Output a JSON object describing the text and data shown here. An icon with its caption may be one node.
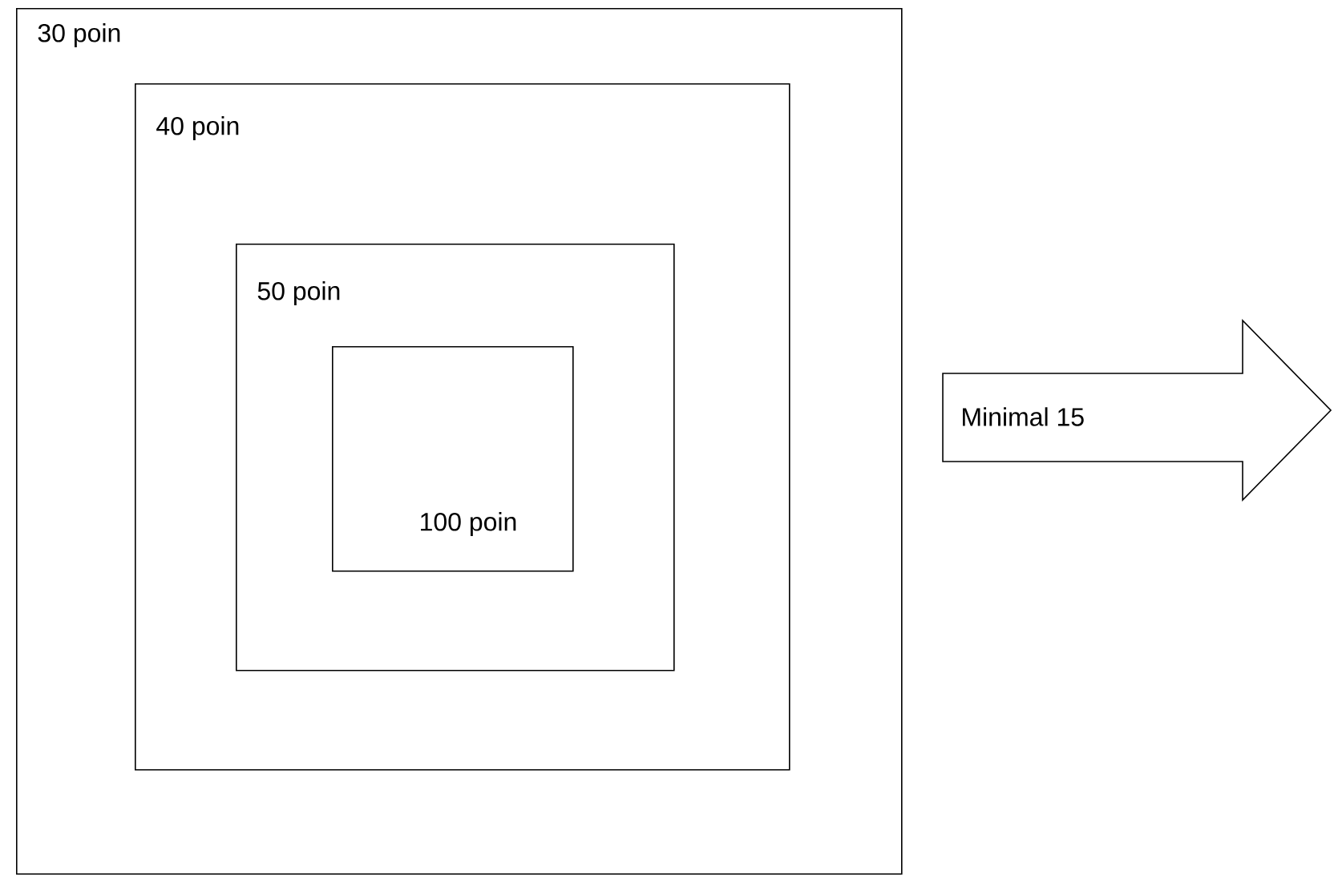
{
  "diagram": {
    "nodes": [
      {
        "text": [
          "30 poin"
        ]
      },
      {
        "text": [
          "40 poin"
        ],
        "in": 0
      },
      {
        "text": [
          "50 poin"
        ],
        "in": 1
      },
      {
        "text": [
          "100 poin"
        ],
        "in": 2
      },
      {
        "text": [
          "Minimal 15"
        ]
      }
    ]
  }
}
